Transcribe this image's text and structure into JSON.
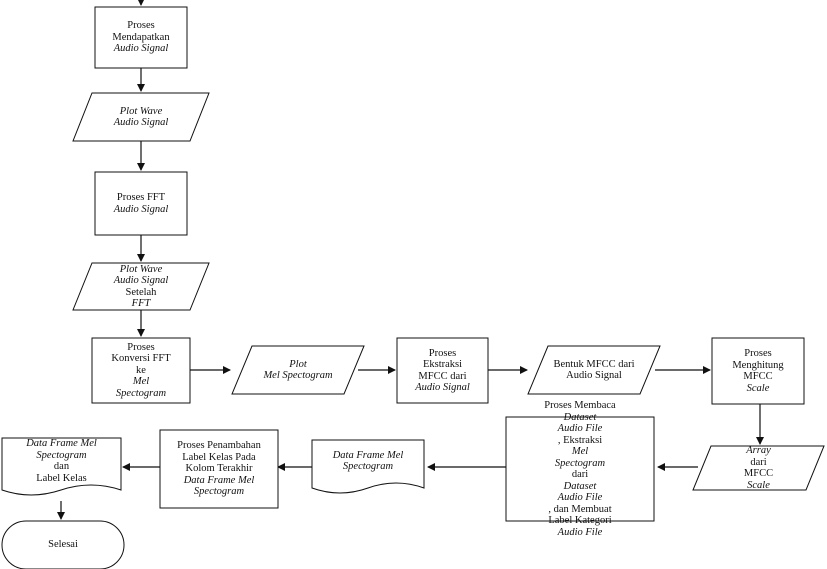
{
  "nodes": {
    "n1": {
      "line1": "Proses",
      "line2": "Mendapatkan",
      "line3": "Audio Signal"
    },
    "n2": {
      "line1": "Plot Wave",
      "line2": "Audio Signal"
    },
    "n3": {
      "line1": "Proses FFT",
      "line2": "Audio Signal"
    },
    "n4": {
      "line1": "Plot Wave",
      "line2": "Audio Signal",
      "line3a": "Setelah ",
      "line3b": "FFT"
    },
    "n5": {
      "line1": "Proses",
      "line2": "Konversi FFT",
      "line3a": "ke ",
      "line3b": "Mel",
      "line4": "Spectogram"
    },
    "n6": {
      "line1": "Plot",
      "line2": "Mel Spectogram"
    },
    "n7": {
      "line1": "Proses",
      "line2": "Ekstraksi",
      "line3": "MFCC dari",
      "line4": "Audio Signal"
    },
    "n8": {
      "line1": "Bentuk MFCC dari",
      "line2": "Audio Signal"
    },
    "n9": {
      "line1": "Proses",
      "line2": "Menghitung",
      "line3a": "MFCC ",
      "line3b": "Scale"
    },
    "n10": {
      "line1a": "Array",
      "line1b": " dari",
      "line2a": "MFCC ",
      "line2b": "Scale"
    },
    "n11": {
      "line1a": "Proses Membaca ",
      "line1b": "Dataset",
      "line2a": "Audio File",
      "line2b": ", Ekstraksi ",
      "line2c": "Mel",
      "line3a": "Spectogram",
      "line3b": " dari ",
      "line3c": "Dataset",
      "line4a": "Audio File",
      "line4b": ", dan Membuat",
      "line5a": "Label Kategori ",
      "line5b": "Audio File"
    },
    "n12": {
      "line1": "Data Frame Mel",
      "line2": "Spectogram"
    },
    "n13": {
      "line1": "Proses Penambahan",
      "line2": "Label Kelas Pada",
      "line3": "Kolom Terakhir",
      "line4": "Data Frame Mel",
      "line5": "Spectogram"
    },
    "n14": {
      "line1": "Data Frame Mel",
      "line2a": "Spectogram",
      "line2b": " dan",
      "line3": "Label Kelas"
    },
    "n15": {
      "label": "Selesai"
    }
  }
}
